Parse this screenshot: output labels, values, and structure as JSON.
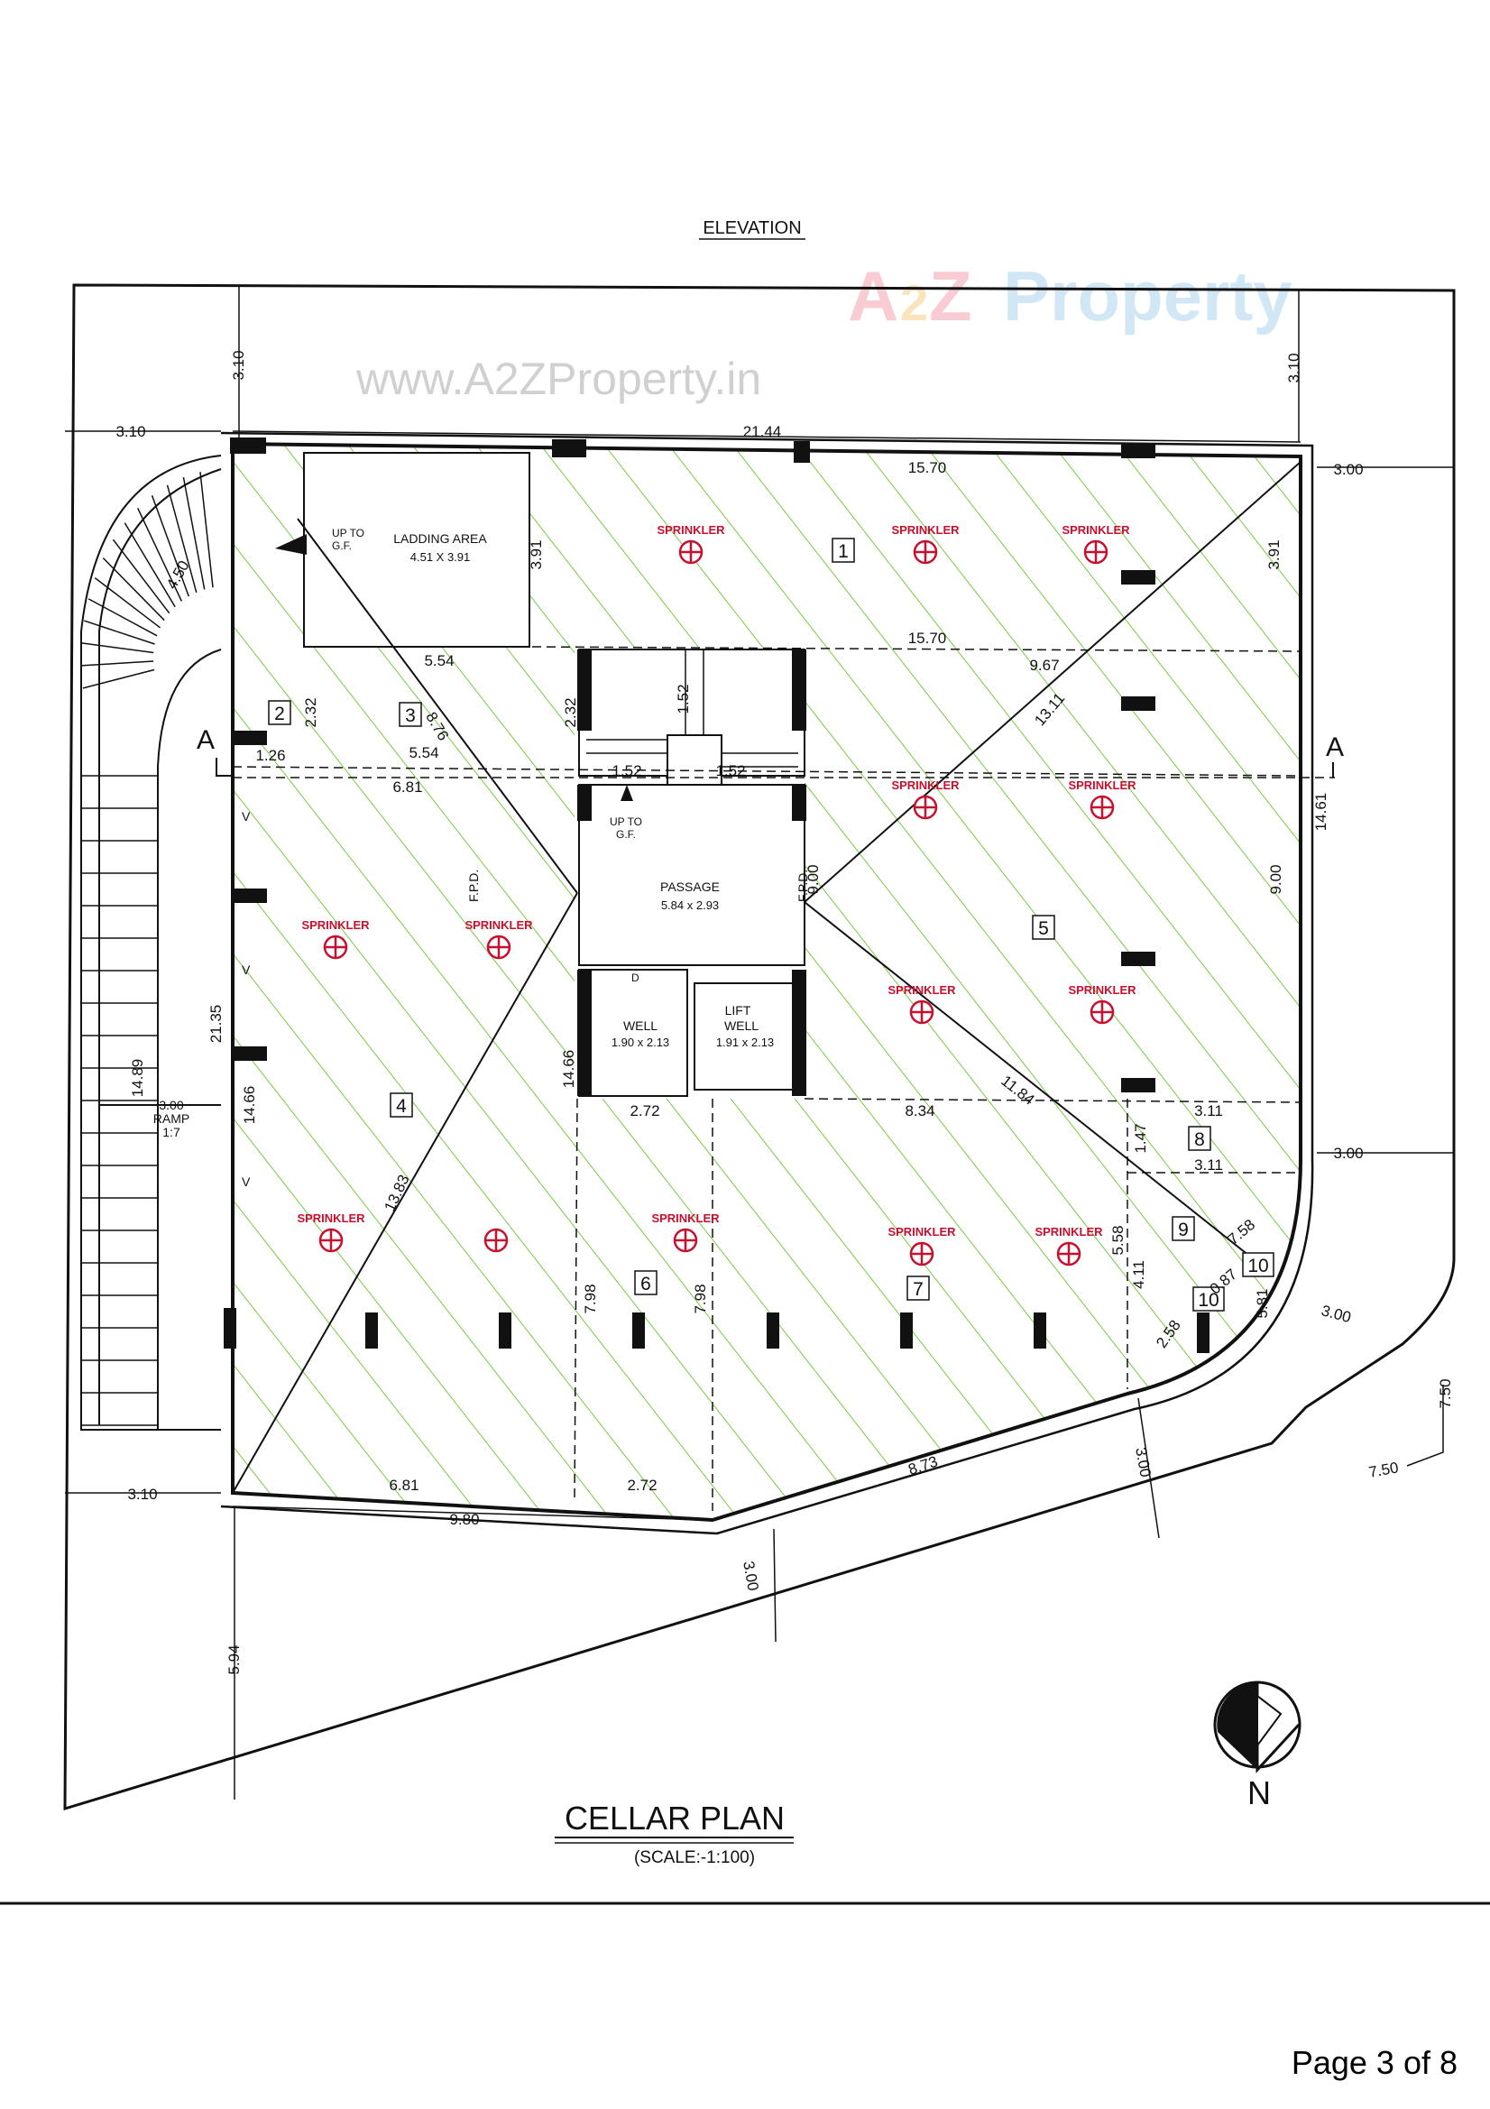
{
  "elevation_label": "ELEVATION",
  "watermark": {
    "url": "www.A2ZProperty.in",
    "brand_a": "A",
    "brand_2": "2",
    "brand_z": "Z",
    "brand_property": "Property"
  },
  "plan_title": "CELLAR PLAN",
  "plan_scale": "(SCALE:-1:100)",
  "north_label": "N",
  "section_marker": "A",
  "page_footer": "Page 3 of 8",
  "colors": {
    "hatch": "#7ac943",
    "sprinkler": "#c8102e",
    "line": "#111111"
  },
  "rooms": {
    "ladding_title": "LADDING AREA",
    "ladding_size": "4.51 X 3.91",
    "passage_title": "PASSAGE",
    "passage_size": "5.84 x 2.93",
    "well_title": "WELL",
    "well_size": "1.90 x 2.13",
    "lift_title": "LIFT",
    "lift_title2": "WELL",
    "lift_size": "1.91 x 2.13",
    "up_to": "UP TO",
    "gf": "G.F.",
    "ramp_dim": "3.00",
    "ramp": "RAMP",
    "ramp_slope": "1:7",
    "fpd": "F.P.D.",
    "door": "D",
    "v": "V"
  },
  "sprinkler_label": "SPRINKLER",
  "zones": [
    "1",
    "2",
    "3",
    "4",
    "5",
    "6",
    "7",
    "8",
    "9",
    "10",
    "10"
  ],
  "dims": {
    "d310_top_left": "3.10",
    "d310_top_right": "3.10",
    "d310_left": "3.10",
    "d2144": "21.44",
    "d300_right_top": "3.00",
    "d1570_top": "15.70",
    "d1570_mid": "15.70",
    "d391_left": "3.91",
    "d391_right": "3.91",
    "d450": "4.50",
    "d554_a": "5.54",
    "d554_b": "5.54",
    "d232_a": "2.32",
    "d232_b": "2.32",
    "d152_v": "1.52",
    "d152_l": "1.52",
    "d152_r": "1.52",
    "d126": "1.26",
    "d681_top": "6.81",
    "d876": "8.76",
    "d967": "9.67",
    "d1311": "13.11",
    "d1461": "14.61",
    "d900_a": "9.00",
    "d900_b": "9.00",
    "d2135": "21.35",
    "d1489": "14.89",
    "d1466_a": "14.66",
    "d1466_b": "14.66",
    "d272_top": "2.72",
    "d834": "8.34",
    "d1184": "11.84",
    "d147": "1.47",
    "d311_a": "3.11",
    "d311_b": "3.11",
    "d300_right_mid": "3.00",
    "d1383": "13.83",
    "d798_a": "7.98",
    "d798_b": "7.98",
    "d558": "5.58",
    "d411": "4.11",
    "d758": "7.58",
    "d087": "0.87",
    "d581": "5.81",
    "d258": "2.58",
    "d300_curve": "3.00",
    "d750_v": "7.50",
    "d750_h": "7.50",
    "d310_bottom": "3.10",
    "d681_bottom": "6.81",
    "d272_bottom": "2.72",
    "d873": "8.73",
    "d300_bottom_r": "3.00",
    "d980": "9.80",
    "d300_bottom_c": "3.00",
    "d594": "5.94"
  }
}
